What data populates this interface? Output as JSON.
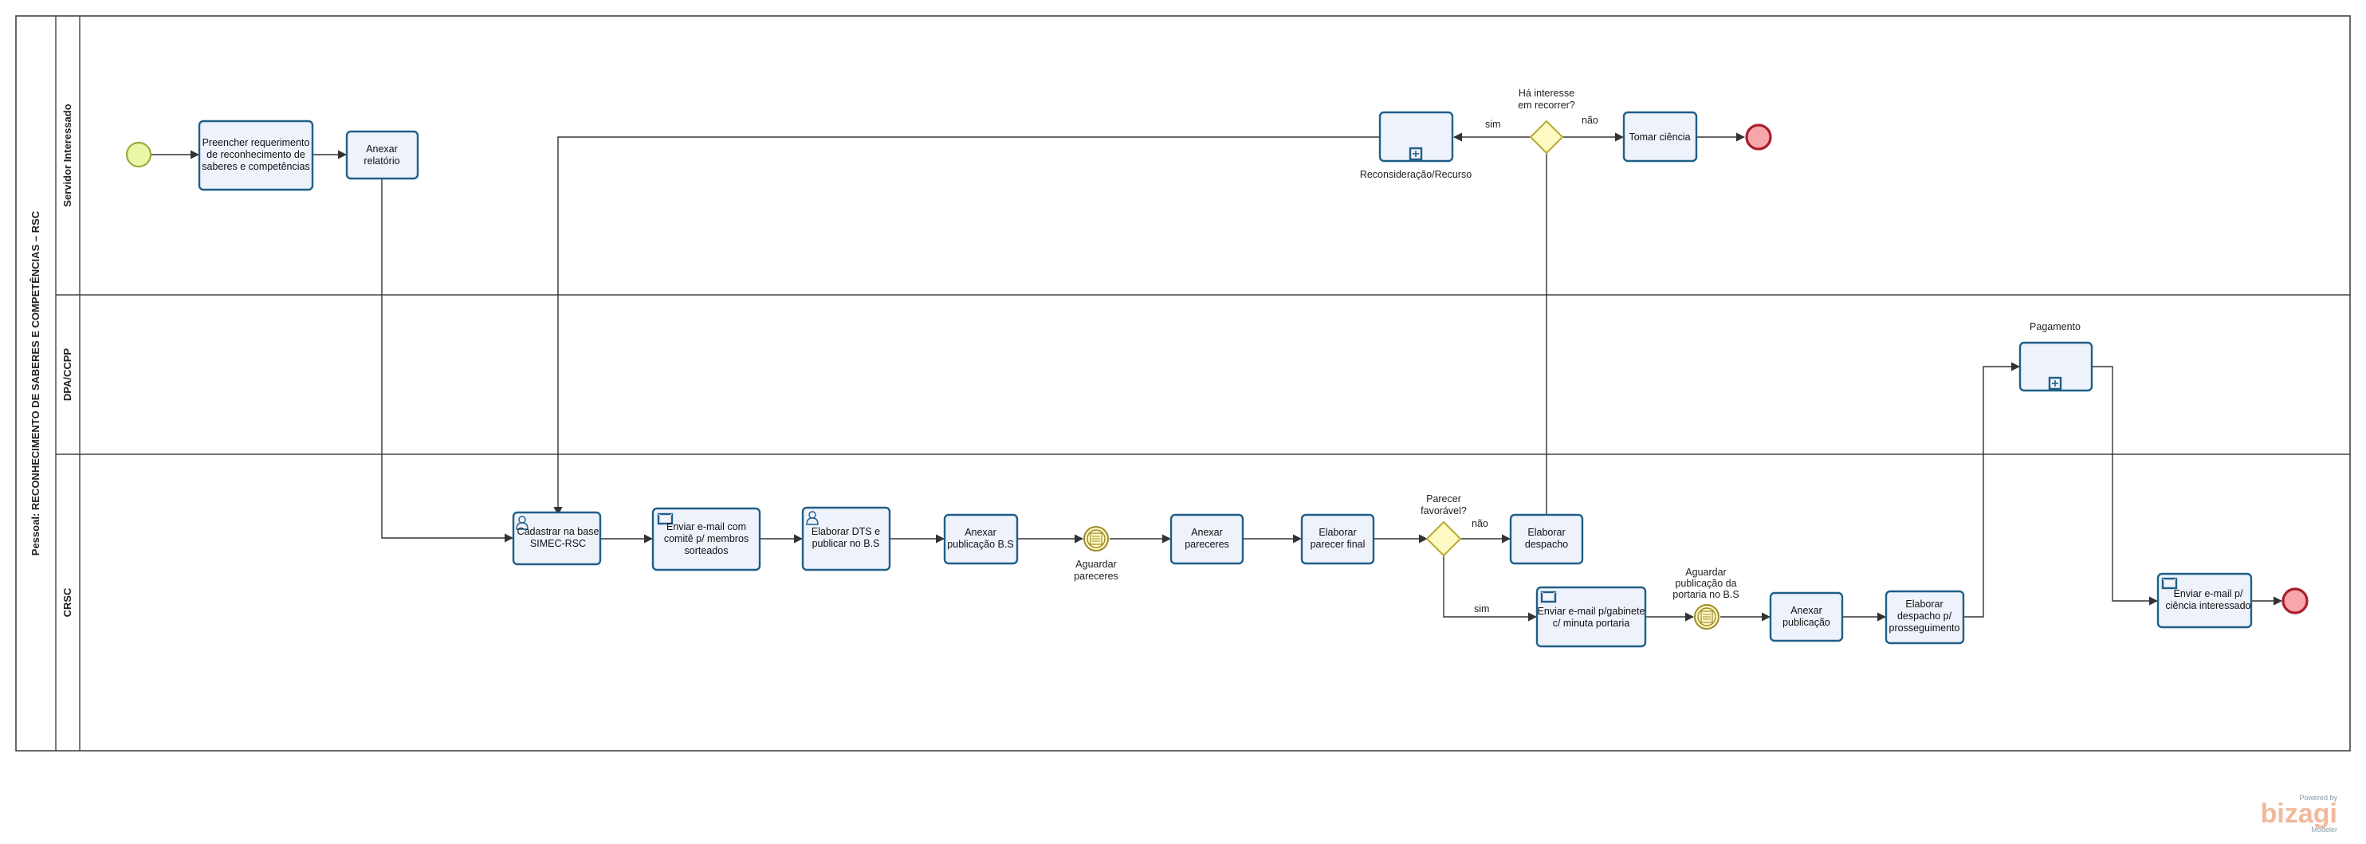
{
  "pool": {
    "title": "Pessoal: RECONHECIMENTO DE SABERES E COMPETÊNCIAS – RSC"
  },
  "lanes": {
    "servidor": "Servidor Interessado",
    "dpa": "DPA/CCPP",
    "crsc": "CRSC"
  },
  "tasks": {
    "preencher": [
      "Preencher requerimento",
      "de reconhecimento de",
      "saberes e competências"
    ],
    "anexar_relatorio": [
      "Anexar",
      "relatório"
    ],
    "cadastrar": [
      "Cadastrar na base",
      "SIMEC-RSC"
    ],
    "enviar_comite": [
      "Enviar e-mail com",
      "comitê p/ membros",
      "sorteados"
    ],
    "elaborar_dts": [
      "Elaborar DTS e",
      "publicar no B.S"
    ],
    "anexar_pub_bs": [
      "Anexar",
      "publicação B.S"
    ],
    "anexar_pareceres": [
      "Anexar",
      "pareceres"
    ],
    "elaborar_parecer_final": [
      "Elaborar",
      "parecer final"
    ],
    "elaborar_despacho": [
      "Elaborar",
      "despacho"
    ],
    "enviar_gabinete": [
      "Enviar e-mail p/gabinete",
      "c/ minuta portaria"
    ],
    "anexar_publicacao": [
      "Anexar",
      "publicação"
    ],
    "elaborar_despacho_pross": [
      "Elaborar",
      "despacho p/",
      "prosseguimento"
    ],
    "enviar_ciencia": [
      "Enviar e-mail p/",
      "ciência interessado"
    ],
    "tomar_ciencia": [
      "Tomar ciência"
    ]
  },
  "subprocesses": {
    "reconsideracao": "Reconsideração/Recurso",
    "pagamento": "Pagamento"
  },
  "gateways": {
    "ha_interesse": [
      "Há interesse",
      "em recorrer?"
    ],
    "parecer_favoravel": [
      "Parecer",
      "favorável?"
    ]
  },
  "events": {
    "aguardar_pareceres": [
      "Aguardar",
      "pareceres"
    ],
    "aguardar_publicacao": [
      "Aguardar",
      "publicação da",
      "portaria no B.S"
    ]
  },
  "flow_labels": {
    "sim_top": "sim",
    "nao_top": "não",
    "nao_mid": "não",
    "sim_mid": "sim"
  },
  "branding": {
    "powered": "Powered by",
    "brand": "bizagi",
    "sub": "Modeler"
  },
  "colors": {
    "task_fill": "#eef2fb",
    "task_stroke": "#1f5f88",
    "start_fill": "#ecf7a6",
    "end_fill": "#f7a6ab",
    "gateway_fill": "#fdf9c2"
  }
}
